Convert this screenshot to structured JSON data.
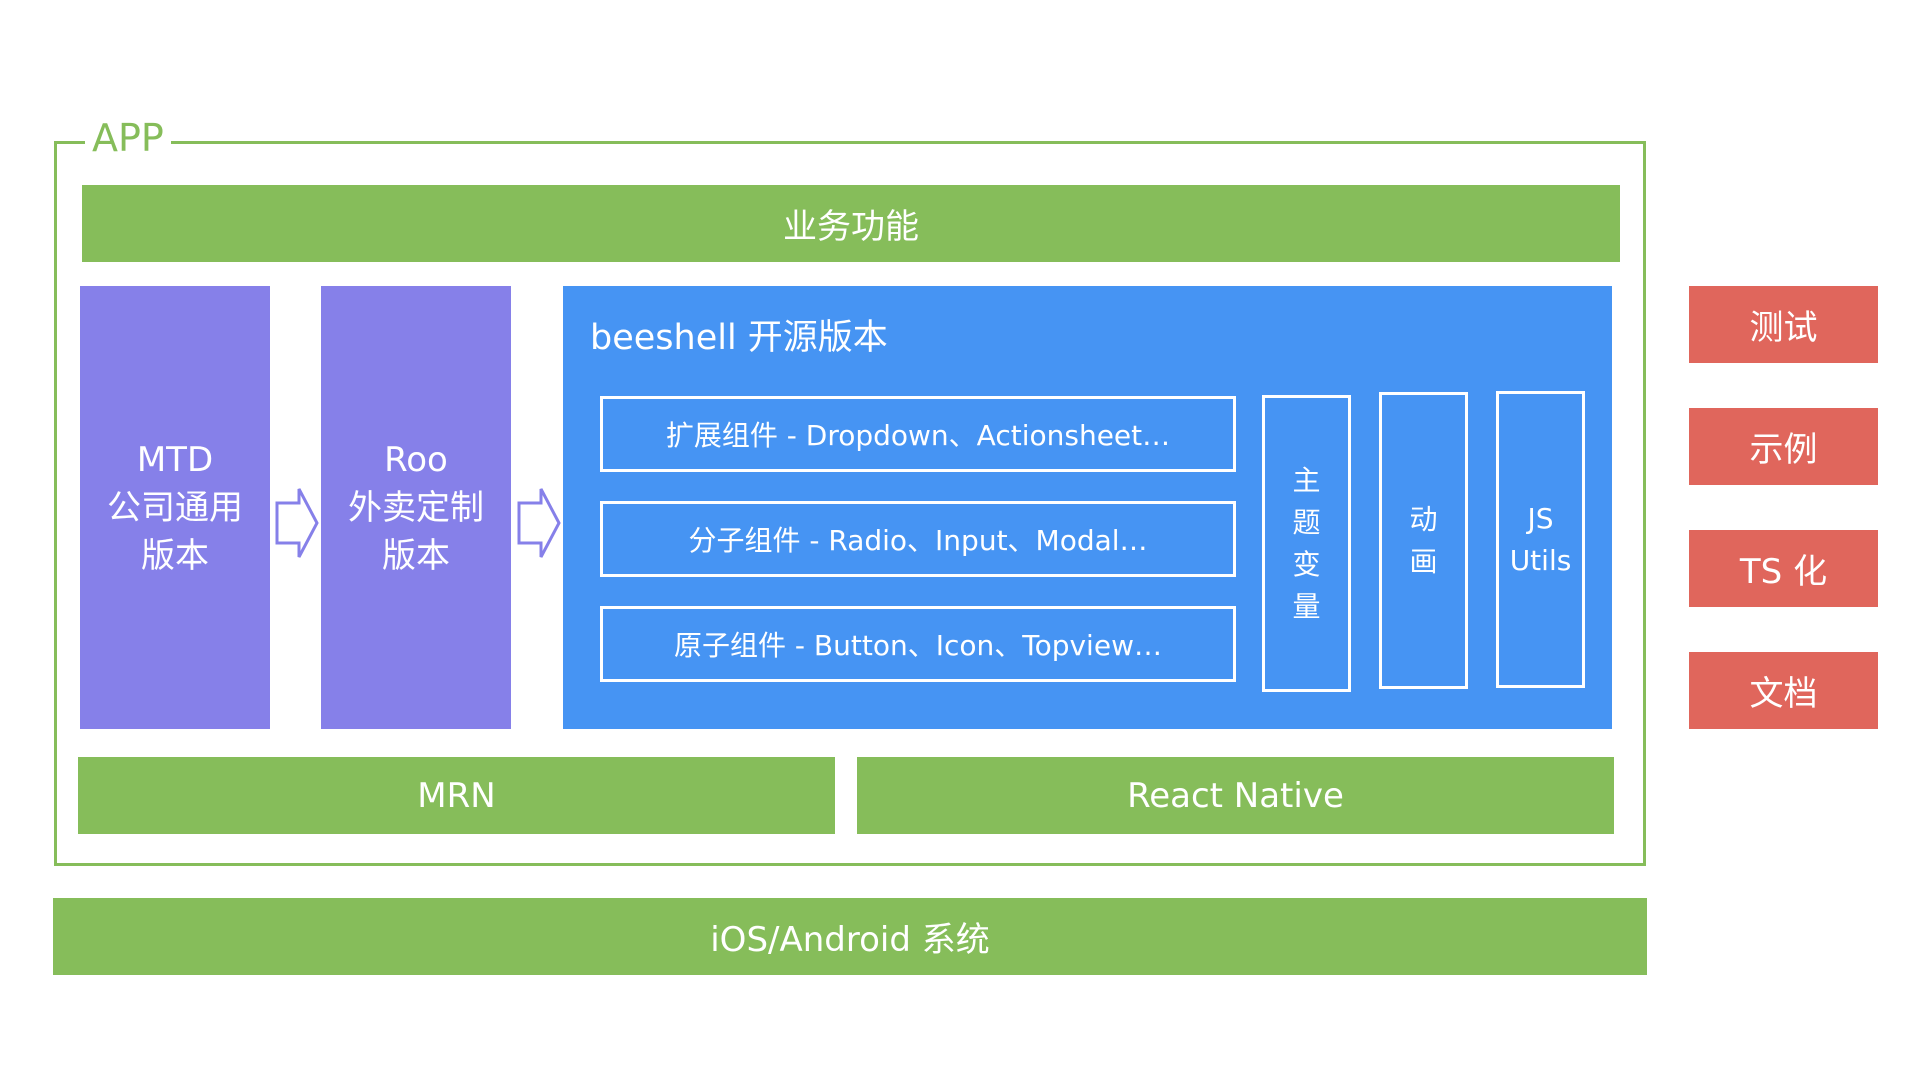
{
  "app": {
    "label": "APP"
  },
  "business": {
    "label": "业务功能"
  },
  "mtd": {
    "lines": [
      "MTD",
      "公司通用",
      "版本"
    ]
  },
  "roo": {
    "lines": [
      "Roo",
      "外卖定制",
      "版本"
    ]
  },
  "beeshell": {
    "title": "beeshell 开源版本",
    "components": [
      "扩展组件 - Dropdown、Actionsheet…",
      "分子组件 - Radio、Input、Modal…",
      "原子组件 - Button、Icon、Topview…"
    ],
    "theme_chars": [
      "主",
      "题",
      "变",
      "量"
    ],
    "anim_chars": [
      "动",
      "画"
    ],
    "utils_lines": [
      "JS",
      "Utils"
    ]
  },
  "mrn": {
    "label": "MRN"
  },
  "react_native": {
    "label": "React Native"
  },
  "platform": {
    "label": "iOS/Android 系统"
  },
  "side_items": [
    "测试",
    "示例",
    "TS 化",
    "文档"
  ],
  "colors": {
    "green": "#86bd5a",
    "purple": "#8680e9",
    "blue": "#4694f3",
    "red": "#e0665c"
  }
}
